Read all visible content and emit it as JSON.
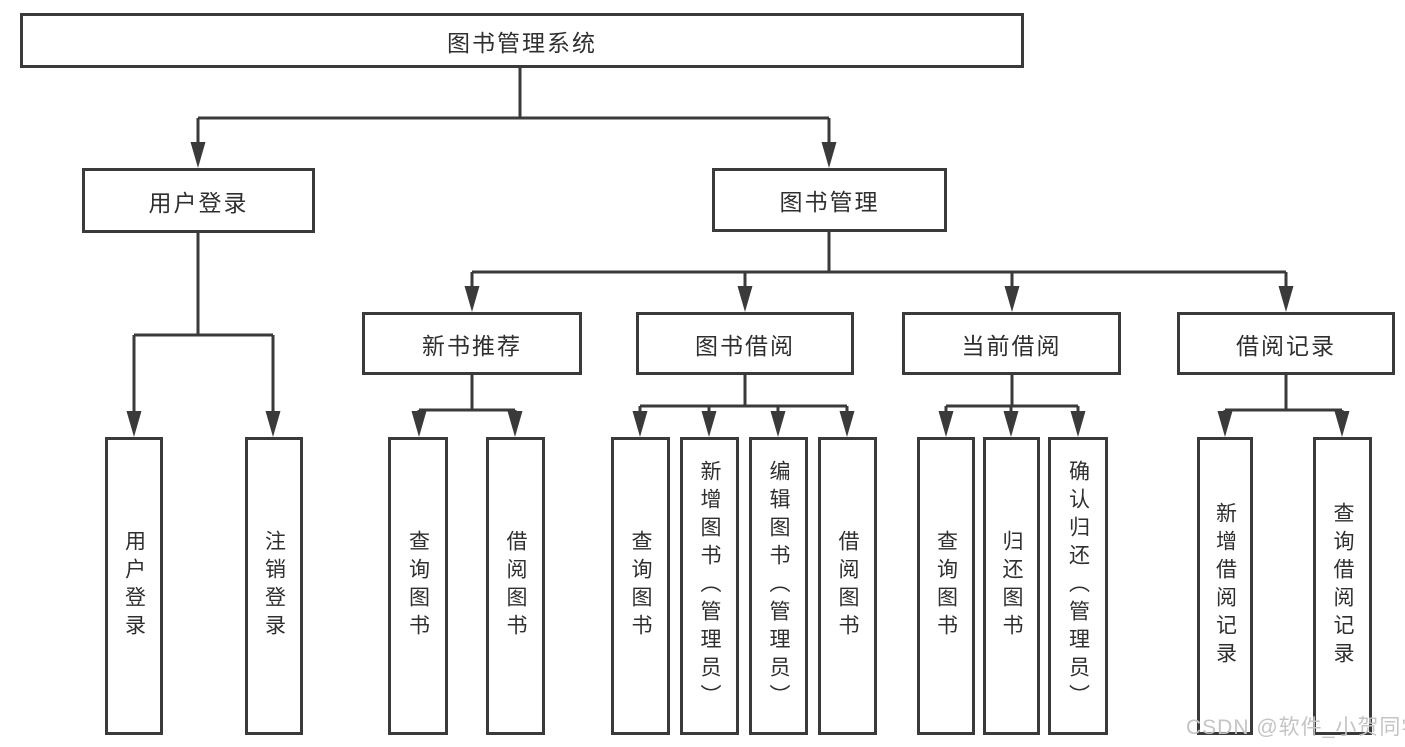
{
  "root": {
    "label": "图书管理系统"
  },
  "user_login": {
    "label": "用户登录",
    "children": [
      {
        "label": "用户登录"
      },
      {
        "label": "注销登录"
      }
    ]
  },
  "book_management": {
    "label": "图书管理",
    "sections": [
      {
        "label": "新书推荐",
        "children": [
          {
            "label": "查询图书"
          },
          {
            "label": "借阅图书"
          }
        ]
      },
      {
        "label": "图书借阅",
        "children": [
          {
            "label": "查询图书"
          },
          {
            "label": "新增图书（管理员）"
          },
          {
            "label": "编辑图书（管理员）"
          },
          {
            "label": "借阅图书"
          }
        ]
      },
      {
        "label": "当前借阅",
        "children": [
          {
            "label": "查询图书"
          },
          {
            "label": "归还图书"
          },
          {
            "label": "确认归还（管理员）"
          }
        ]
      },
      {
        "label": "借阅记录",
        "children": [
          {
            "label": "新增借阅记录"
          },
          {
            "label": "查询借阅记录"
          }
        ]
      }
    ]
  },
  "watermark": {
    "text": "CSDN @软件_小贺同学"
  },
  "colors": {
    "line": "#3a3a3a",
    "text": "#2f2f2f",
    "watermark": "#c4c4c4",
    "background": "#ffffff"
  }
}
